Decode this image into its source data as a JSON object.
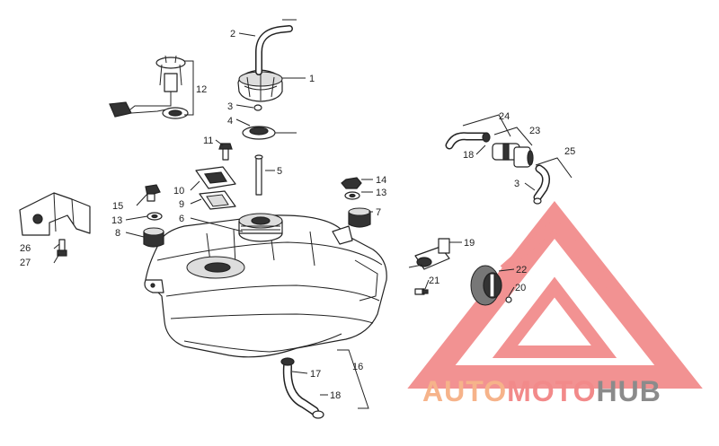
{
  "callouts": [
    "1",
    "2",
    "3",
    "4",
    "5",
    "6",
    "7",
    "8",
    "9",
    "10",
    "11",
    "12",
    "13",
    "13",
    "14",
    "15",
    "16",
    "17",
    "18",
    "18",
    "19",
    "20",
    "21",
    "22",
    "23",
    "24",
    "25",
    "26",
    "27",
    "3"
  ],
  "watermark": {
    "part1": "AUTO",
    "part2": "MOTO",
    "part3": "HUB",
    "colors": {
      "auto": "#f6b38a",
      "moto": "#f28a8a",
      "hub": "#8b8b8b",
      "logo": "#f07f7f"
    }
  }
}
